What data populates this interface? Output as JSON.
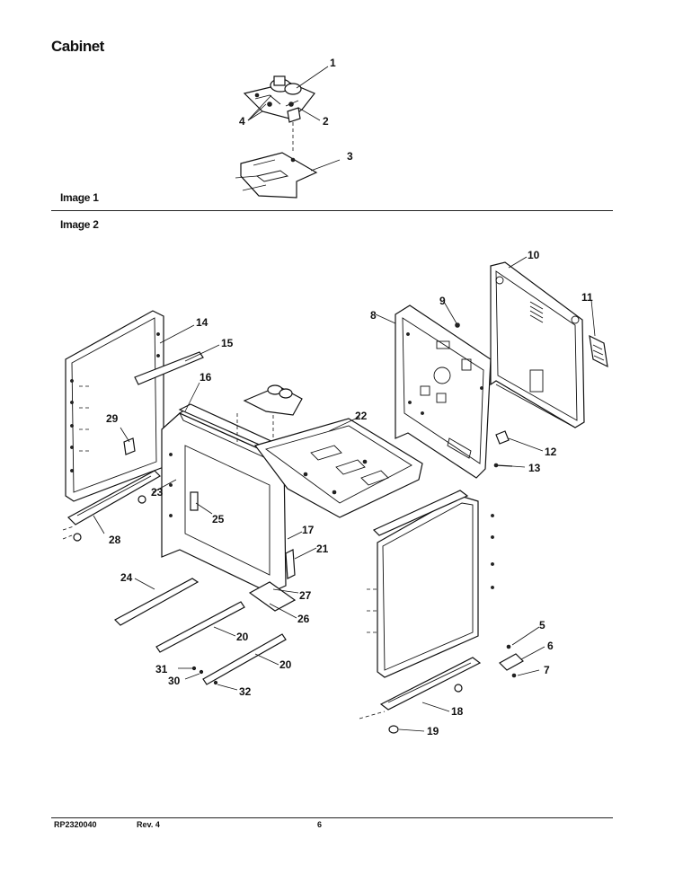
{
  "page": {
    "title": "Cabinet",
    "image1_label": "Image 1",
    "image2_label": "Image 2"
  },
  "footer": {
    "part_number": "RP2320040",
    "revision": "Rev. 4",
    "page_number": "6"
  },
  "callouts": {
    "c1": "1",
    "c2": "2",
    "c3": "3",
    "c4": "4",
    "c5": "5",
    "c6": "6",
    "c7": "7",
    "c8": "8",
    "c9": "9",
    "c10": "10",
    "c11": "11",
    "c12": "12",
    "c13": "13",
    "c14": "14",
    "c15": "15",
    "c16": "16",
    "c17": "17",
    "c18": "18",
    "c19": "19",
    "c20a": "20",
    "c20b": "20",
    "c21": "21",
    "c22": "22",
    "c23": "23",
    "c24": "24",
    "c25": "25",
    "c26": "26",
    "c27": "27",
    "c28": "28",
    "c29": "29",
    "c30": "30",
    "c31": "31",
    "c32": "32"
  }
}
